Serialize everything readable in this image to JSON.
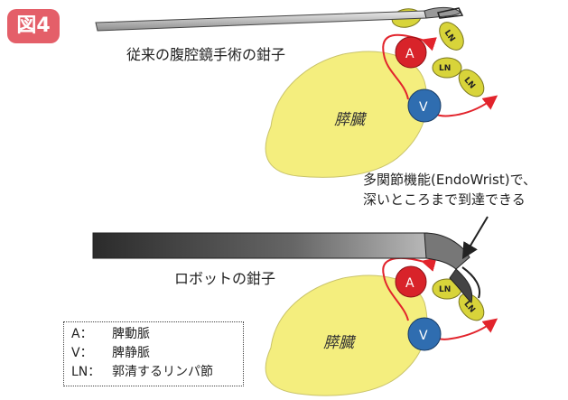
{
  "badge": "図4",
  "captions": {
    "top": "従来の腹腔鏡手術の鉗子",
    "robot": "ロボットの鉗子",
    "note_line1": "多関節機能(EndoWrist)で、",
    "note_line2": "深いところまで到達できる"
  },
  "organ_label": "膵臓",
  "vessels": {
    "artery": "A",
    "vein": "V"
  },
  "lymph_node_label": "LN",
  "legend": [
    {
      "key": "A：",
      "text": "脾動脈"
    },
    {
      "key": "V：",
      "text": "脾静脈"
    },
    {
      "key": "LN：",
      "text": "郭清するリンパ節"
    }
  ],
  "colors": {
    "badge": "#e45f69",
    "pancreas": "#f4ee7e",
    "artery": "#d8232a",
    "vein": "#2f6db0",
    "lymph_node": "#d8d43a",
    "dissection_line": "#e2242c",
    "robot_arm": "#555555"
  }
}
